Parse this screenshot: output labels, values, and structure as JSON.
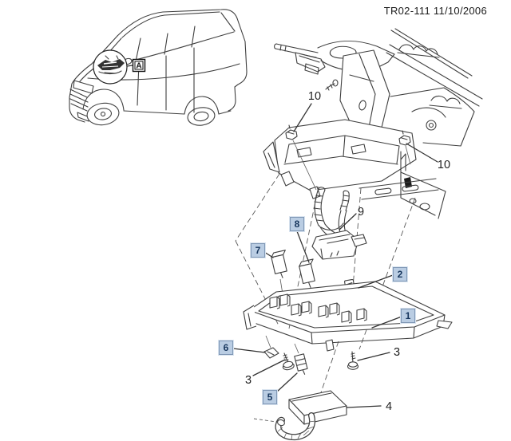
{
  "header": {
    "doc_ref": "TR02-111 11/10/2006"
  },
  "inset": {
    "view_label": "A"
  },
  "callouts": {
    "c10_left": {
      "label": "10",
      "style": "plain"
    },
    "c10_right": {
      "label": "10",
      "style": "plain"
    },
    "c9": {
      "label": "9",
      "style": "plain"
    },
    "c8": {
      "label": "8",
      "style": "boxed"
    },
    "c7": {
      "label": "7",
      "style": "boxed"
    },
    "c2": {
      "label": "2",
      "style": "boxed"
    },
    "c1": {
      "label": "1",
      "style": "boxed"
    },
    "c6": {
      "label": "6",
      "style": "boxed"
    },
    "c3_left": {
      "label": "3",
      "style": "plain"
    },
    "c3_right": {
      "label": "3",
      "style": "plain"
    },
    "c5": {
      "label": "5",
      "style": "boxed"
    },
    "c4": {
      "label": "4",
      "style": "plain"
    }
  },
  "colors": {
    "background": "#ffffff",
    "line_art": "#3f3f3f",
    "callout_box_bg": "#bacde3",
    "callout_box_border": "#7f97b5",
    "callout_box_text": "#17365d",
    "plain_label_text": "#1f1f1f"
  }
}
